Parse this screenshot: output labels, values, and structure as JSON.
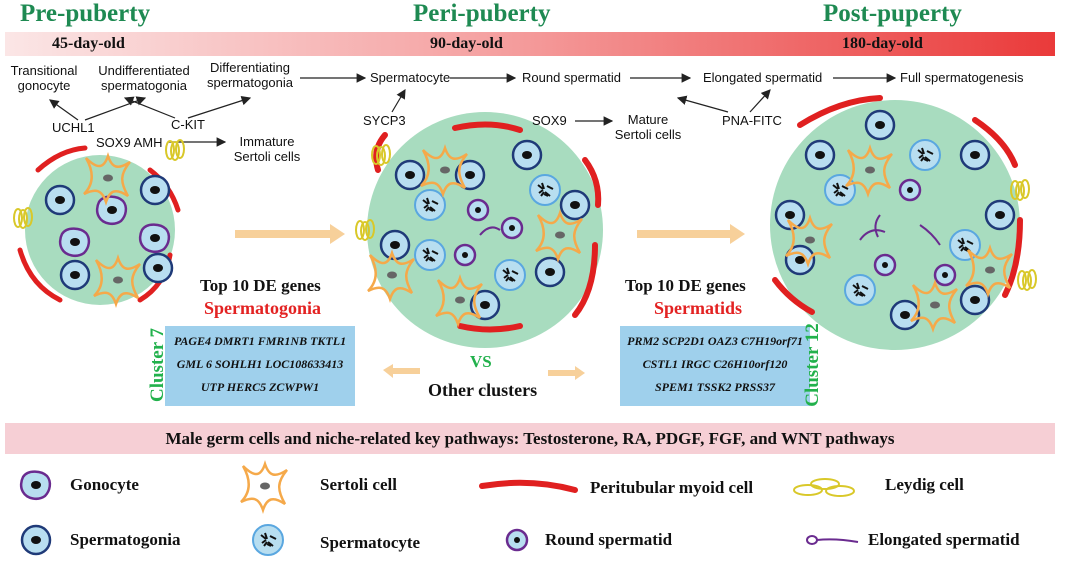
{
  "stages": [
    {
      "title": "Pre-puberty",
      "age": "45-day-old"
    },
    {
      "title": "Peri-puberty",
      "age": "90-day-old"
    },
    {
      "title": "Post-puperty",
      "age": "180-day-old"
    }
  ],
  "flow": {
    "transitional_gonocyte": "Transitional gonocyte",
    "undifferentiated_spg": "Undifferentiated spermatogonia",
    "differentiating_spg": "Differentiating spermatogonia",
    "spermatocyte": "Spermatocyte",
    "round_spermatid": "Round spermatid",
    "elongated_spermatid": "Elongated spermatid",
    "full_spermatogenesis": "Full spermatogenesis"
  },
  "markers": {
    "uchl1": "UCHL1",
    "ckit": "C-KIT",
    "sox9_amh": "SOX9 AMH",
    "immature_sertoli": "Immature Sertoli cells",
    "sycp3": "SYCP3",
    "sox9": "SOX9",
    "mature_sertoli": "Mature Sertoli cells",
    "pna_fitc": "PNA-FITC"
  },
  "clusters": {
    "left": {
      "heading": "Top 10 DE genes",
      "cell_type": "Spermatogonia",
      "cluster_label": "Cluster 7",
      "gene_lines": [
        "PAGE4 DMRT1 FMR1NB TKTL1",
        "GML 6 SOHLH1 LOC108633413",
        "UTP HERC5 ZCWPW1"
      ]
    },
    "right": {
      "heading": "Top 10 DE genes",
      "cell_type": "Spermatids",
      "cluster_label": "Cluster 12",
      "gene_lines": [
        "PRM2 SCP2D1 OAZ3 C7H19orf71",
        "CSTL1 IRGC C26H10orf120",
        "SPEM1 TSSK2 PRSS37"
      ]
    },
    "vs": "VS",
    "other": "Other clusters"
  },
  "pathways": "Male germ cells and niche-related key pathways: Testosterone, RA, PDGF, FGF,  and WNT pathways",
  "legend": [
    {
      "label": "Gonocyte",
      "icon": "gonocyte-icon"
    },
    {
      "label": "Sertoli cell",
      "icon": "sertoli-cell-icon"
    },
    {
      "label": "Peritubular myoid cell",
      "icon": "peritubular-myoid-icon"
    },
    {
      "label": "Leydig cell",
      "icon": "leydig-cell-icon"
    },
    {
      "label": "Spermatogonia",
      "icon": "spermatogonia-icon"
    },
    {
      "label": "Spermatocyte",
      "icon": "spermatocyte-icon"
    },
    {
      "label": "Round spermatid",
      "icon": "round-spermatid-icon"
    },
    {
      "label": "Elongated spermatid",
      "icon": "elongated-spermatid-icon"
    }
  ],
  "colors": {
    "stage_title": "#1e8a52",
    "highlight_red": "#e32222",
    "cluster_green": "#22b14c",
    "tubule_fill": "#a8dcbf",
    "gene_box": "#9fd0ec",
    "pathway_bar": "#f6cfd5",
    "sertoli_outline": "#f5a94a",
    "myoid_red": "#e02020",
    "leydig_yellow": "#d9c829",
    "spermatogonia_navy": "#1f3a78",
    "gonocyte_purple": "#6a2b8f",
    "spermatocyte_blue": "#5aa7e0"
  }
}
